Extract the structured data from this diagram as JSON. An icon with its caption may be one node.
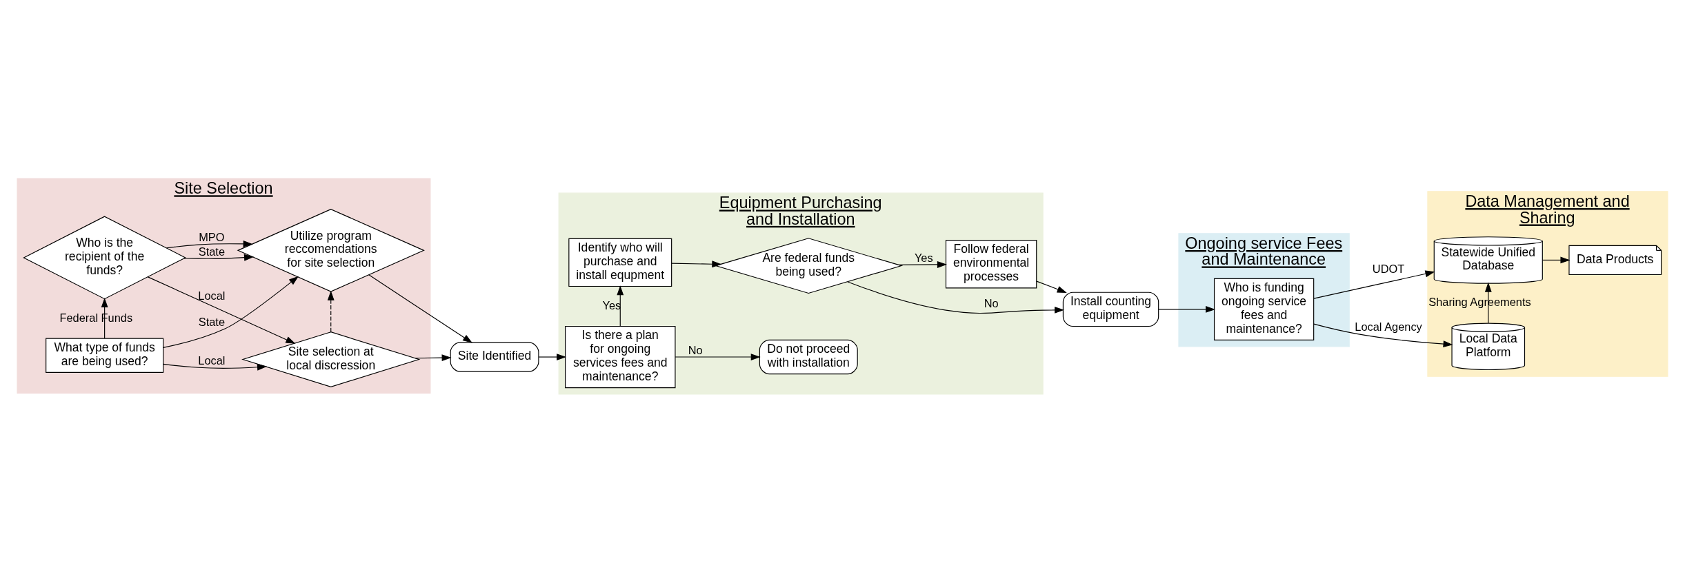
{
  "diagram": {
    "nodes": [
      {
        "text": [
          "Site Selection"
        ]
      },
      {
        "text": [
          "What type of funds are being used?"
        ],
        "in": 0
      },
      {
        "text": [
          "Who is the recipient of the funds?"
        ],
        "in": 0
      },
      {
        "text": [
          "Site selection at local discression"
        ],
        "in": 0
      },
      {
        "text": [
          "Utilize program reccomendations for site selection"
        ],
        "in": 0
      },
      {
        "text": [
          "Equipment Purchasing and Installation"
        ]
      },
      {
        "text": [
          "Site Identified"
        ]
      },
      {
        "text": [
          "Is there a plan for ongoing services fees and maintenance?"
        ],
        "in": 5
      },
      {
        "text": [
          "Do not proceed with installation"
        ],
        "in": 5
      },
      {
        "text": [
          "Follow federal environmental processes"
        ],
        "in": 5
      },
      {
        "text": [
          "Identify who will purchase and install equpment"
        ],
        "in": 5
      },
      {
        "text": [
          "Are federal funds being used?"
        ],
        "in": 5
      },
      {
        "text": [
          "Install counting equipment"
        ]
      },
      {
        "text": [
          "Ongoing service Fees and Maintenance"
        ]
      },
      {
        "text": [
          "Who is funding ongoing service fees and maintenance?"
        ],
        "in": 13
      },
      {
        "text": [
          "Data Management and Sharing"
        ]
      },
      {
        "text": [
          "Statewide Unified Database"
        ],
        "in": 15
      },
      {
        "text": [
          "Local Data Platform"
        ],
        "in": 15
      },
      {
        "text": [
          "Data Products"
        ],
        "in": 15
      }
    ],
    "edges": [
      {
        "from": 1,
        "to": 2,
        "arrow": "to",
        "label": "Federal Funds"
      },
      {
        "from": 1,
        "to": 3,
        "arrow": "to",
        "label": "Local"
      },
      {
        "from": 1,
        "to": 4,
        "arrow": "to",
        "label": "State"
      },
      {
        "from": 2,
        "to": 3,
        "arrow": "to",
        "label": "Local"
      },
      {
        "from": 2,
        "to": 4,
        "arrow": "to",
        "label": "State"
      },
      {
        "from": 2,
        "to": 4,
        "arrow": "to",
        "label": "MPO"
      },
      {
        "from": 3,
        "to": 4,
        "arrow": "to",
        "style": "dashed"
      },
      {
        "from": 4,
        "to": 6,
        "arrow": "to"
      },
      {
        "from": 3,
        "to": 6,
        "arrow": "to"
      },
      {
        "from": 6,
        "to": 7,
        "arrow": "to"
      },
      {
        "from": 7,
        "to": 8,
        "arrow": "to",
        "label": "No"
      },
      {
        "from": 7,
        "to": 10,
        "arrow": "to",
        "label": "Yes"
      },
      {
        "from": 10,
        "to": 11,
        "arrow": "to"
      },
      {
        "from": 11,
        "to": 9,
        "arrow": "to",
        "label": "Yes"
      },
      {
        "from": 9,
        "to": 12,
        "arrow": "to"
      },
      {
        "from": 11,
        "to": 12,
        "arrow": "to",
        "label": "No"
      },
      {
        "from": 12,
        "to": 14,
        "arrow": "to"
      },
      {
        "from": 14,
        "to": 16,
        "arrow": "to",
        "label": "UDOT"
      },
      {
        "from": 14,
        "to": 17,
        "arrow": "to",
        "label": "Local Agency"
      },
      {
        "from": 17,
        "to": 16,
        "arrow": "to",
        "label": "Sharing Agreements"
      },
      {
        "from": 16,
        "to": 18,
        "arrow": "to"
      }
    ]
  }
}
